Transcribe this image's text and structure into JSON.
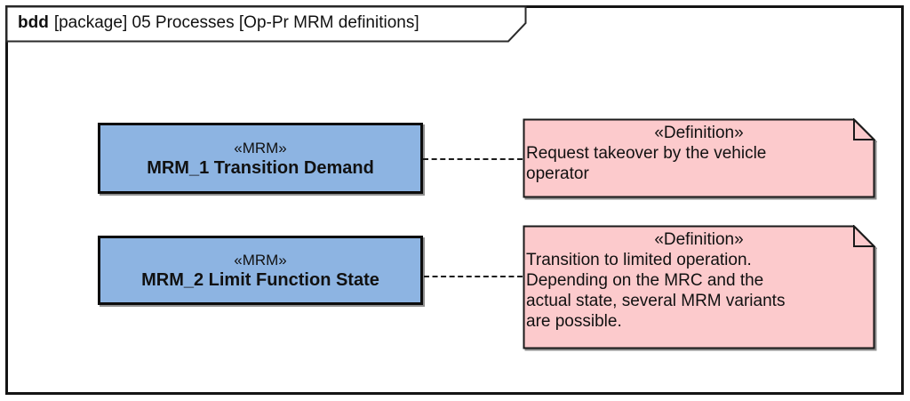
{
  "frame": {
    "title_keyword": "bdd",
    "title_rest": "[package] 05 Processes [Op-Pr MRM definitions]"
  },
  "blocks": [
    {
      "stereotype": "«MRM»",
      "name": "MRM_1 Transition Demand"
    },
    {
      "stereotype": "«MRM»",
      "name": "MRM_2 Limit Function State"
    }
  ],
  "notes": [
    {
      "stereotype": "«Definition»",
      "lines": [
        "Request takeover by the vehicle",
        "operator"
      ]
    },
    {
      "stereotype": "«Definition»",
      "lines": [
        "Transition to limited operation.",
        "Depending on the MRC and the",
        "actual state, several MRM variants",
        "are possible."
      ]
    }
  ],
  "colors": {
    "block_fill": "#8DB4E2",
    "note_fill": "#FCCACC",
    "border": "#141414",
    "shadow": "#8f8f8f"
  }
}
